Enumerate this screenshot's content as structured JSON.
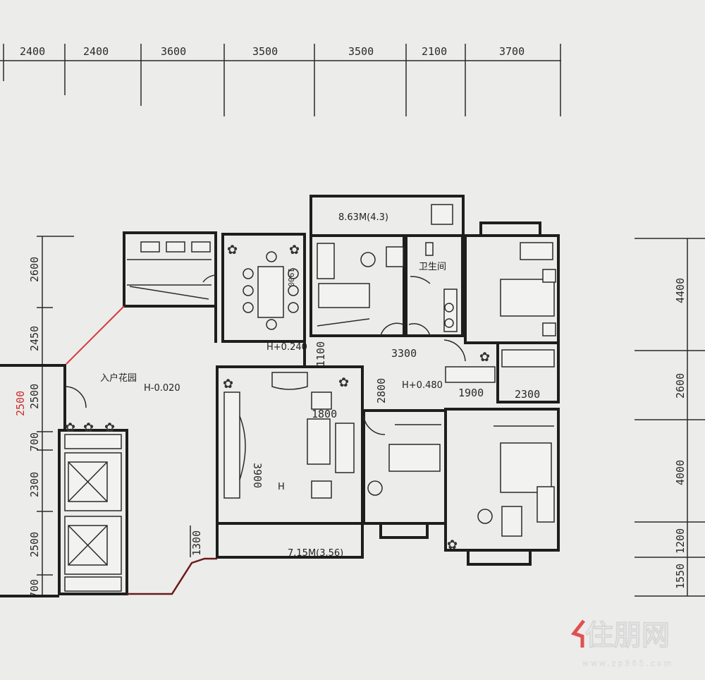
{
  "top_dimensions": [
    "2400",
    "2400",
    "3600",
    "3500",
    "3500",
    "2100",
    "3700"
  ],
  "left_dimensions": [
    "2600",
    "2450",
    "2500",
    "700",
    "2300",
    "2500",
    "700"
  ],
  "right_dimensions": [
    "4400",
    "2600",
    "4000",
    "1200",
    "1550"
  ],
  "rooms": {
    "balcony_north": "8.63M(4.3)",
    "bathroom": "卫生间",
    "entry_garden": "入户花园",
    "balcony_south": "7.15M(3.56)"
  },
  "elevations": {
    "dining": "H+0.240",
    "hall": "H+0.480",
    "entry": "H-0.020",
    "living": "H"
  },
  "inner_dimensions": {
    "corridor_width": "1100",
    "hall_length": "3300",
    "hall_depth": "2800",
    "closet": "1900",
    "bath2": "2300",
    "sofa": "1800",
    "living_width": "3900",
    "balcony_depth": "1300",
    "dining_table": "1900",
    "red_markup": "2500"
  },
  "watermark": {
    "logo": "住朋网",
    "url": "www.zp365.com",
    "accent": "#e05050"
  }
}
